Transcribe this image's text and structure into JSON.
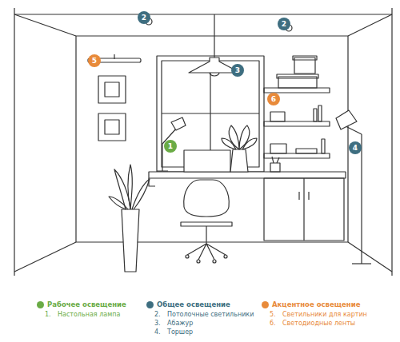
{
  "diagram": {
    "labels": [
      "1",
      "2",
      "2",
      "3",
      "4",
      "5",
      "6",
      "1.",
      "Настольная лампа",
      "2.",
      "Потолочные светильники",
      "3.",
      "Абажур",
      "4.",
      "Торшер",
      "5.",
      "Светильники для картин",
      "6.",
      "Светодиодные ленты"
    ],
    "legend": [
      {
        "text": "Рабочее освещение",
        "color": "#6aab45"
      },
      {
        "text": "Общее освещение",
        "color": "#3e6e80"
      },
      {
        "text": "Акцентное освещение",
        "color": "#e88a3a"
      }
    ]
  }
}
